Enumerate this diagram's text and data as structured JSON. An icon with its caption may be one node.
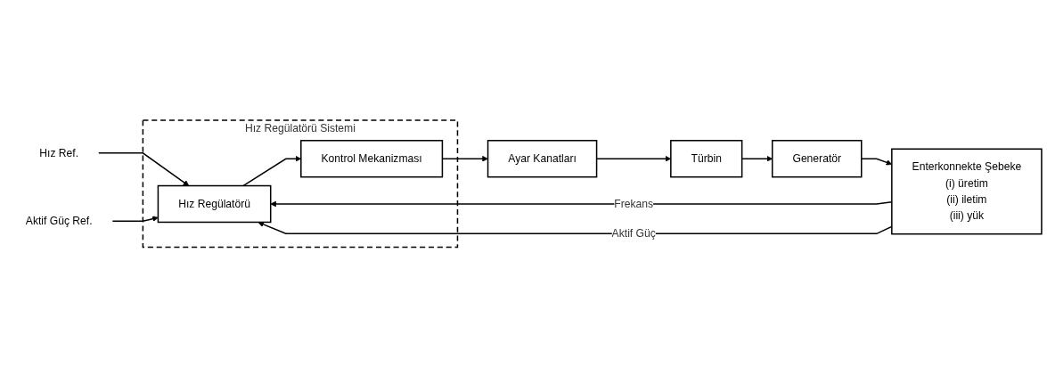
{
  "diagram": {
    "nodes": [
      {
        "text": [
          "Hız Regülatörü Sistemi"
        ]
      },
      {
        "text": [
          "Hız Regülatörü"
        ],
        "in": 0
      },
      {
        "text": [
          "Kontrol Mekanizması"
        ],
        "in": 0
      },
      {
        "text": [
          "Ayar Kanatları"
        ]
      },
      {
        "text": [
          "Türbin"
        ]
      },
      {
        "text": [
          "Generatör"
        ]
      },
      {
        "text": [
          "Enterkonnekte Şebeke",
          "(i) üretim",
          "(ii) iletim",
          "(iii) yük"
        ]
      },
      {
        "text": [
          "Hız Ref."
        ]
      },
      {
        "text": [
          "Aktif Güç Ref."
        ]
      }
    ],
    "edges": [
      {
        "from": 7,
        "to": 1,
        "arrow": "to"
      },
      {
        "from": 8,
        "to": 1,
        "arrow": "to"
      },
      {
        "from": 1,
        "to": 2,
        "arrow": "to"
      },
      {
        "from": 2,
        "to": 3,
        "arrow": "to"
      },
      {
        "from": 3,
        "to": 4,
        "arrow": "to"
      },
      {
        "from": 4,
        "to": 5,
        "arrow": "to"
      },
      {
        "from": 5,
        "to": 6,
        "arrow": "to"
      },
      {
        "from": 6,
        "to": 1,
        "label": "Frekans",
        "arrow": "to"
      },
      {
        "from": 6,
        "to": 1,
        "label": "Aktif Güç",
        "arrow": "to"
      }
    ]
  }
}
